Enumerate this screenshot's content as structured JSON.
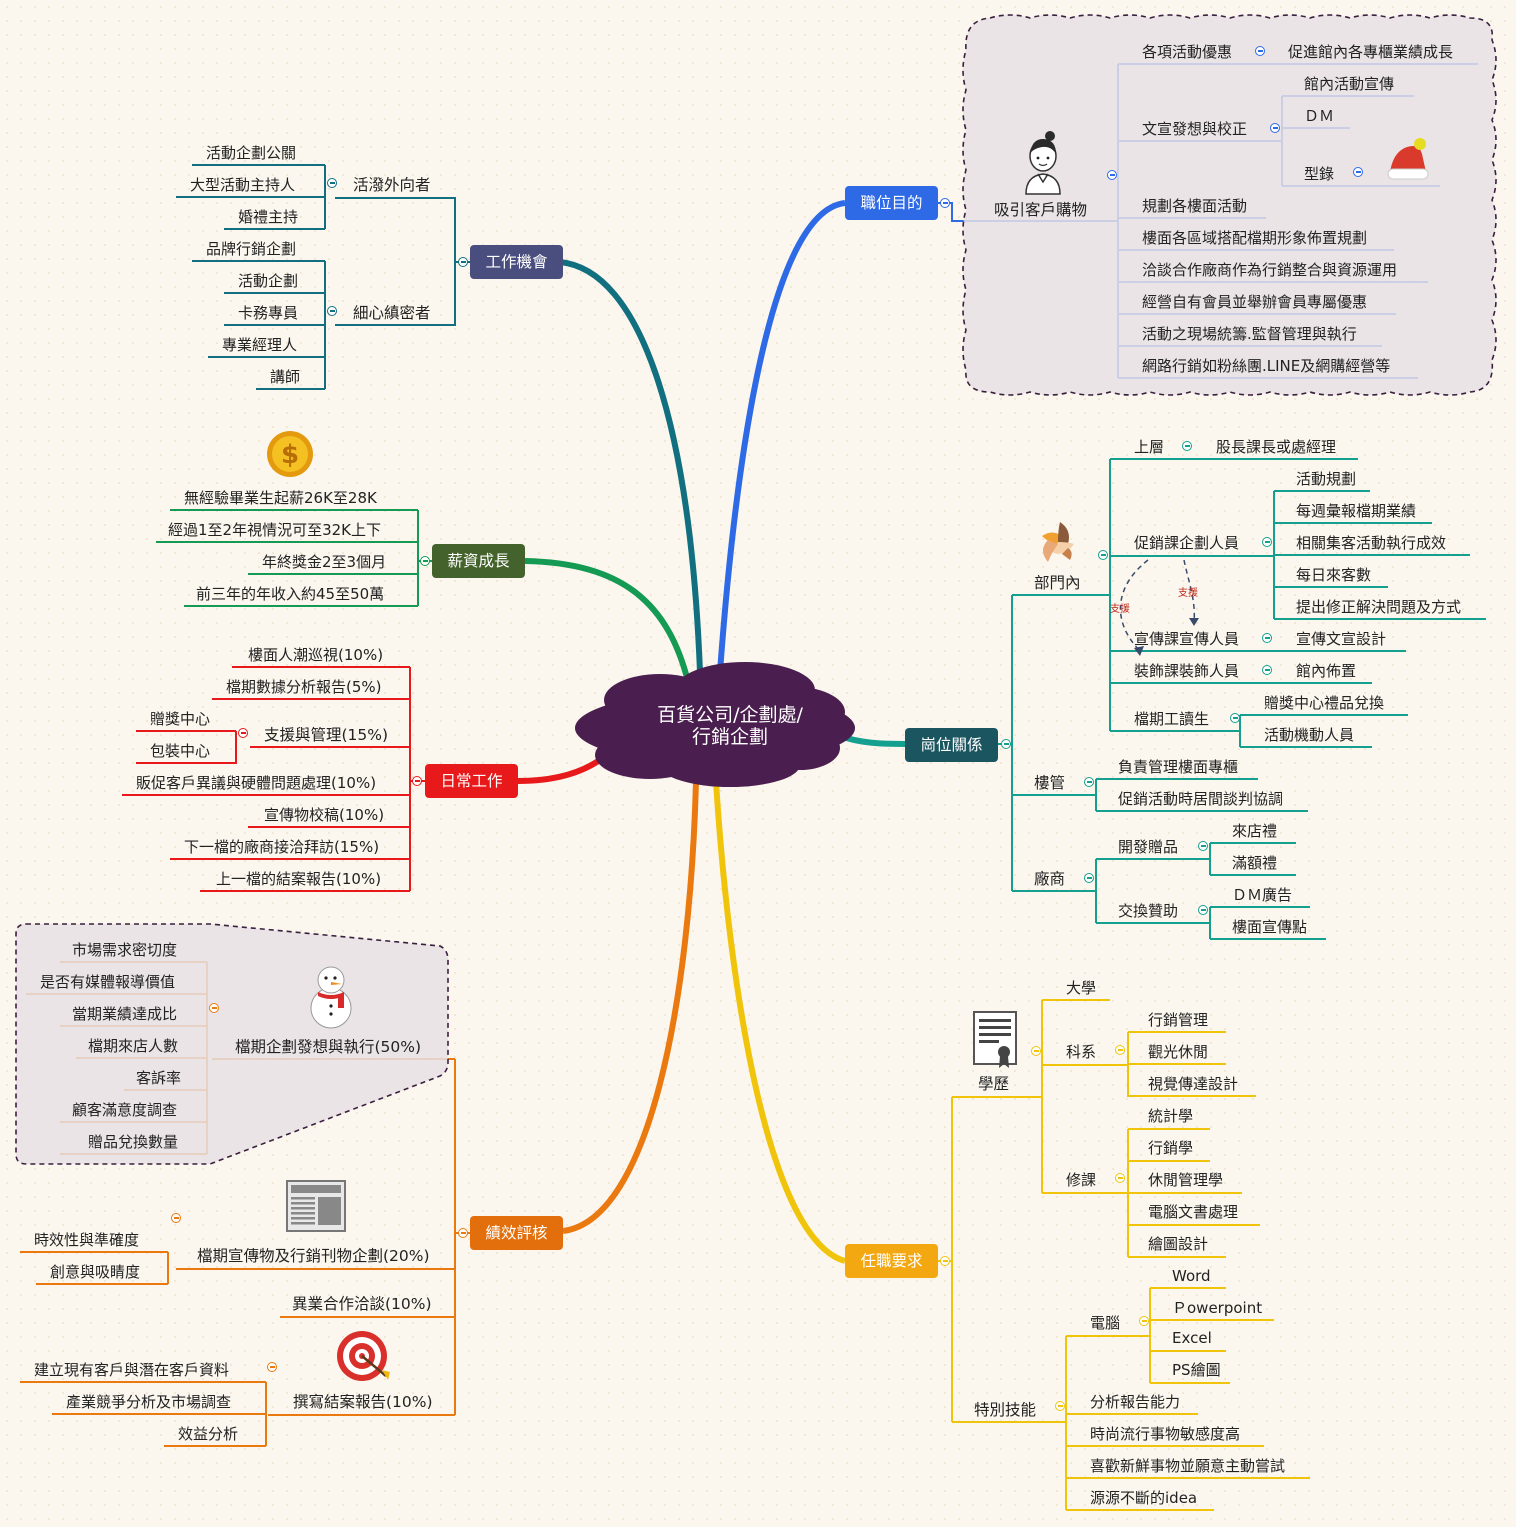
{
  "center": {
    "line1": "百貨公司/企劃處/",
    "line2": "行銷企劃"
  },
  "branches": {
    "work": "工作機會",
    "salary": "薪資成長",
    "daily": "日常工作",
    "performance": "績效評核",
    "purpose": "職位目的",
    "relations": "崗位關係",
    "requirements": "任職要求"
  },
  "work": {
    "outgoing": "活潑外向者",
    "outgoing_items": [
      "活動企劃公關",
      "大型活動主持人",
      "婚禮主持"
    ],
    "careful": "細心縝密者",
    "careful_items": [
      "品牌行銷企劃",
      "活動企劃",
      "卡務專員",
      "專業經理人",
      "講師"
    ]
  },
  "salary": [
    "無經驗畢業生起薪26K至28K",
    "經過1至2年視情況可至32K上下",
    "年終獎金2至3個月",
    "前三年的年收入約45至50萬"
  ],
  "daily": {
    "items": [
      "樓面人潮巡視(10%)",
      "檔期數據分析報告(5%)",
      "支援與管理(15%)",
      "販促客戶異議與硬體問題處理(10%)",
      "宣傳物校稿(10%)",
      "下一檔的廠商接洽拜訪(15%)",
      "上一檔的結案報告(10%)"
    ],
    "support_children": [
      "贈獎中心",
      "包裝中心"
    ]
  },
  "performance": {
    "plan": "檔期企劃發想與執行(50%)",
    "plan_items": [
      "市場需求密切度",
      "是否有媒體報導價值",
      "當期業績達成比",
      "檔期來店人數",
      "客訴率",
      "顧客滿意度調查",
      "贈品兌換數量"
    ],
    "print": "檔期宣傳物及行銷刊物企劃(20%)",
    "print_items": [
      "時效性與準確度",
      "創意與吸睛度"
    ],
    "cross": "異業合作洽談(10%)",
    "report": "撰寫結案報告(10%)",
    "report_items": [
      "建立現有客戶與潛在客戶資料",
      "產業競爭分析及市場調查",
      "效益分析"
    ]
  },
  "purpose": {
    "main": "吸引客戶購物",
    "activity": "各項活動優惠",
    "activity_child": "促進館內各專櫃業績成長",
    "copy": "文宣發想與校正",
    "copy_items": [
      "館內活動宣傳",
      "ＤＭ",
      "型錄"
    ],
    "others": [
      "規劃各樓面活動",
      "樓面各區域搭配檔期形象佈置規劃",
      "洽談合作廠商作為行銷整合與資源運用",
      "經營自有會員並舉辦會員專屬優惠",
      "活動之現場統籌.監督管理與執行",
      "網路行銷如粉絲團.LINE及網購經營等"
    ]
  },
  "relations": {
    "dept": "部門內",
    "upper": "上層",
    "upper_child": "股長課長或處經理",
    "promo": "促銷課企劃人員",
    "promo_items": [
      "活動規劃",
      "每週彙報檔期業績",
      "相關集客活動執行成效",
      "每日來客數",
      "提出修正解決問題及方式"
    ],
    "pr": "宣傳課宣傳人員",
    "pr_child": "宣傳文宣設計",
    "deco": "裝飾課裝飾人員",
    "deco_child": "館內佈置",
    "temp": "檔期工讀生",
    "temp_items": [
      "贈獎中心禮品兌換",
      "活動機動人員"
    ],
    "support_label": "支援",
    "floor": "樓管",
    "floor_items": [
      "負責管理樓面專櫃",
      "促銷活動時居間談判協調"
    ],
    "vendor": "廠商",
    "gift": "開發贈品",
    "gift_items": [
      "來店禮",
      "滿額禮"
    ],
    "sponsor": "交換贊助",
    "sponsor_items": [
      "ＤＭ廣告",
      "樓面宣傳點"
    ]
  },
  "requirements": {
    "edu": "學歷",
    "univ": "大學",
    "major": "科系",
    "major_items": [
      "行銷管理",
      "觀光休閒",
      "視覺傳達設計"
    ],
    "course": "修課",
    "course_items": [
      "統計學",
      "行銷學",
      "休閒管理學",
      "電腦文書處理",
      "繪圖設計"
    ],
    "skills": "特別技能",
    "computer": "電腦",
    "computer_items": [
      "Word",
      "Ｐowerpoint",
      "Excel",
      "PS繪圖"
    ],
    "skill_items": [
      "分析報告能力",
      "時尚流行事物敏感度高",
      "喜歡新鮮事物並願意主動嘗試",
      "源源不斷的idea"
    ]
  },
  "colors": {
    "work": "#4a4e7e",
    "salary": "#44632c",
    "daily": "#e8191a",
    "performance": "#e26f0c",
    "purpose": "#2e6ae6",
    "relations": "#1b5560",
    "requirements": "#f3a711",
    "work_line": "#116f7f",
    "salary_line": "#149a52",
    "relations_line": "#159f8f",
    "requirements_line": "#f1c40c",
    "center": "#4a1e4e"
  },
  "icons": [
    "person-icon",
    "santa-hat-icon",
    "hands-icon",
    "coin-icon",
    "snowman-icon",
    "newspaper-icon",
    "target-icon",
    "certificate-icon"
  ]
}
